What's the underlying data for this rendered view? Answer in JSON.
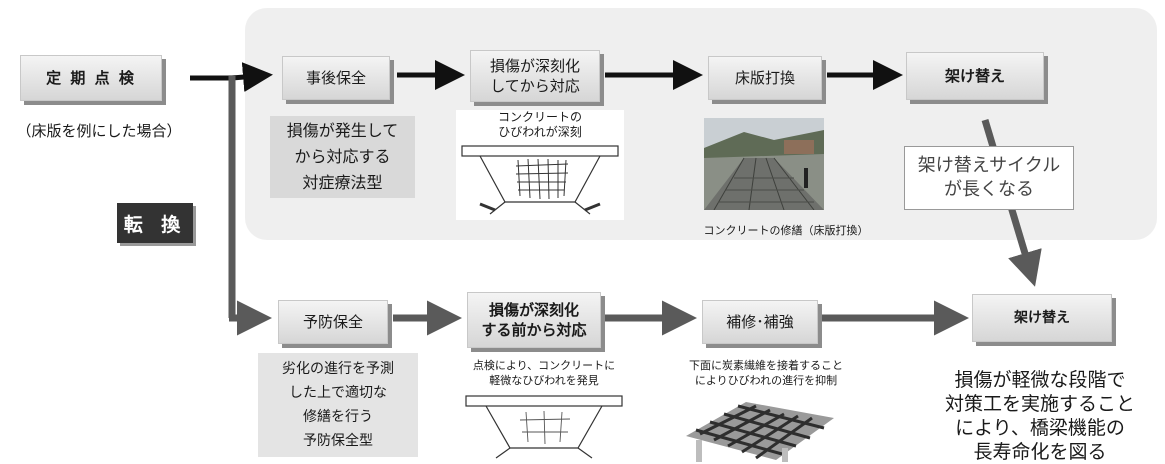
{
  "inspection": {
    "label": "定 期 点 検",
    "note": "（床版を例にした場合）"
  },
  "switch_label": "転 換",
  "reactive": {
    "step1": "事後保全",
    "step2": "損傷が深刻化\nしてから対応",
    "step3": "床版打換",
    "step4": "架け替え",
    "description": "損傷が発生して\nから対応する\n対症療法型",
    "image1_caption": "コンクリートの\nひびわれが深刻",
    "photo_caption": "コンクリートの修繕（床版打換）"
  },
  "callout": "架け替えサイクル\nが長くなる",
  "preventive": {
    "step1": "予防保全",
    "step2": "損傷が深刻化\nする前から対応",
    "step3": "補修･補強",
    "step4": "架け替え",
    "description": "劣化の進行を予測\nした上で適切な\n修繕を行う\n予防保全型",
    "image1_caption": "点検により、コンクリートに\n軽微なひびわれを発見",
    "image2_caption": "下面に炭素繊維を接着すること\nによりひびわれの進行を抑制",
    "outcome": "損傷が軽微な段階で\n対策工を実施すること\nにより、橋梁機能の\n長寿命化を図る"
  },
  "colors": {
    "arrow_dark": "#111111",
    "arrow_gray": "#5a5a5a",
    "panel": "#efefef",
    "desc_box": "#d9d9d9"
  }
}
